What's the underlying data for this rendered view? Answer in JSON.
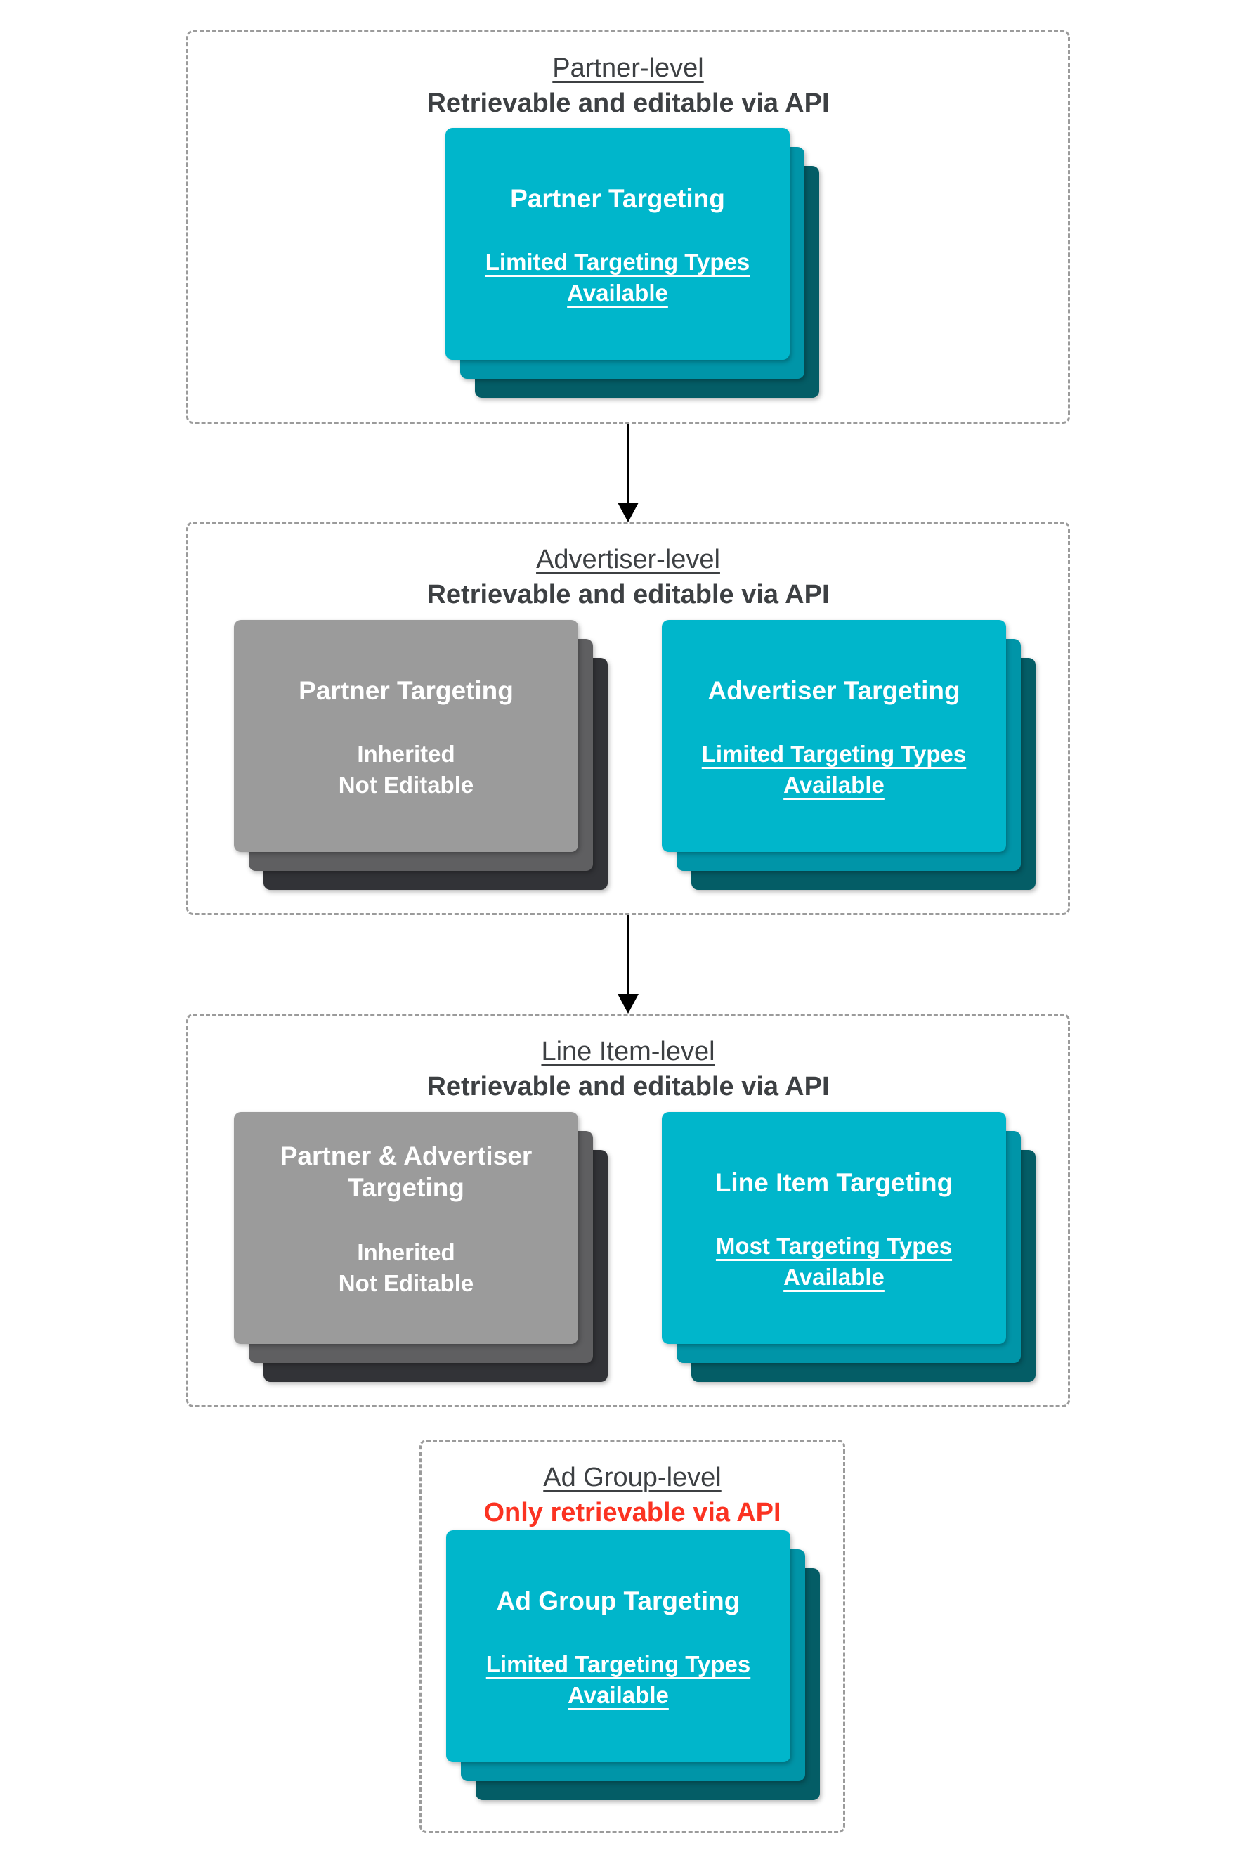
{
  "colors": {
    "cyan_card": {
      "top": "#00b6cb",
      "middle": "#0095a8",
      "bottom": "#045d66"
    },
    "gray_card": {
      "top": "#9b9b9b",
      "middle": "#5f5f61",
      "bottom": "#323337"
    },
    "section_text": "#3d4043",
    "alert_red": "#fb3322",
    "border_gray": "#9b9b9b",
    "arrow_black": "#000000",
    "card_text": "#ffffff"
  },
  "sections": [
    {
      "level_title": "Partner-level",
      "api_note": "Retrievable and editable via API",
      "cards": [
        {
          "variant": "cyan",
          "title": "Partner Targeting",
          "subtitle_lines": [
            "Limited Targeting Types",
            "Available"
          ]
        }
      ]
    },
    {
      "level_title": "Advertiser-level",
      "api_note": "Retrievable and editable via API",
      "cards": [
        {
          "variant": "gray",
          "title": "Partner Targeting",
          "subtitle_lines": [
            "Inherited",
            "Not Editable"
          ]
        },
        {
          "variant": "cyan",
          "title": "Advertiser Targeting",
          "subtitle_lines": [
            "Limited Targeting Types",
            "Available"
          ]
        }
      ]
    },
    {
      "level_title": "Line Item-level",
      "api_note": "Retrievable and editable via API",
      "cards": [
        {
          "variant": "gray",
          "title": "Partner & Advertiser Targeting",
          "subtitle_lines": [
            "Inherited",
            "Not Editable"
          ]
        },
        {
          "variant": "cyan",
          "title": "Line Item Targeting",
          "subtitle_lines": [
            "Most Targeting Types",
            "Available"
          ]
        }
      ]
    },
    {
      "level_title": "Ad Group-level",
      "api_note": "Only retrievable via API",
      "cards": [
        {
          "variant": "cyan",
          "title": "Ad Group Targeting",
          "subtitle_lines": [
            "Limited Targeting Types",
            "Available"
          ]
        }
      ]
    }
  ]
}
